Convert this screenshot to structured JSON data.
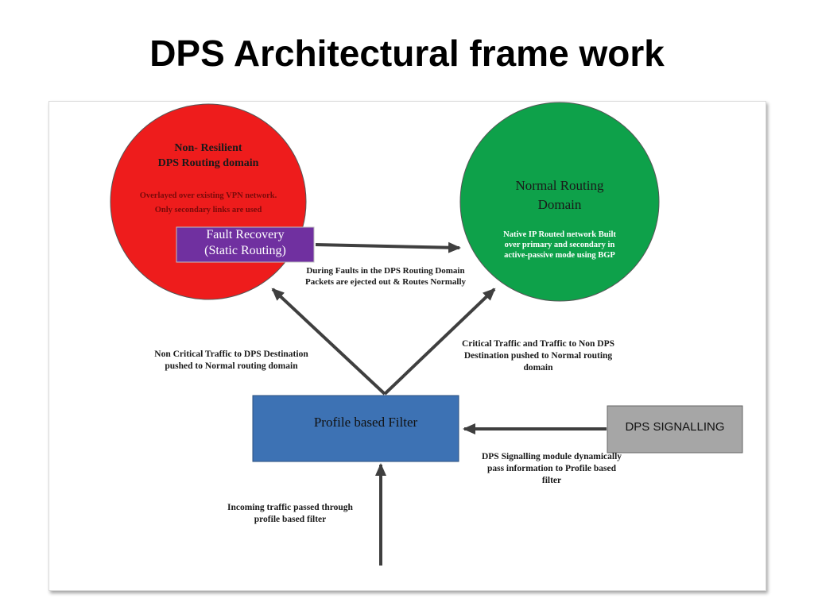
{
  "title": "DPS Architectural frame work",
  "nodes": {
    "non_resilient": {
      "title_line1": "Non- Resilient",
      "title_line2": "DPS Routing domain",
      "desc_line1": "Overlayed over existing VPN network.",
      "desc_line2": "Only secondary links are used",
      "color": "#ee1c1c"
    },
    "fault_recovery": {
      "line1": "Fault Recovery",
      "line2": "(Static Routing)",
      "color": "#7030a0"
    },
    "normal_routing": {
      "title_line1": "Normal Routing",
      "title_line2": "Domain",
      "desc_line1": "Native IP Routed network Built",
      "desc_line2": "over primary and secondary in",
      "desc_line3": "active-passive mode using BGP",
      "color": "#0ea14a"
    },
    "profile_filter": {
      "label": "Profile based Filter",
      "color": "#3d72b4"
    },
    "dps_signalling": {
      "label": "DPS SIGNALLING",
      "color": "#a6a6a6"
    }
  },
  "edge_labels": {
    "fault": {
      "line1": "During Faults in the DPS Routing Domain",
      "line2": "Packets are ejected out & Routes Normally"
    },
    "non_critical": {
      "line1": "Non Critical Traffic to DPS Destination",
      "line2": "pushed to Normal routing domain"
    },
    "critical": {
      "line1": "Critical Traffic and Traffic to Non DPS",
      "line2": "Destination pushed to Normal routing",
      "line3": "domain"
    },
    "signalling": {
      "line1": "DPS Signalling module dynamically",
      "line2": "pass information to Profile based",
      "line3": "filter"
    },
    "incoming": {
      "line1": "Incoming traffic passed through",
      "line2": "profile based filter"
    }
  }
}
